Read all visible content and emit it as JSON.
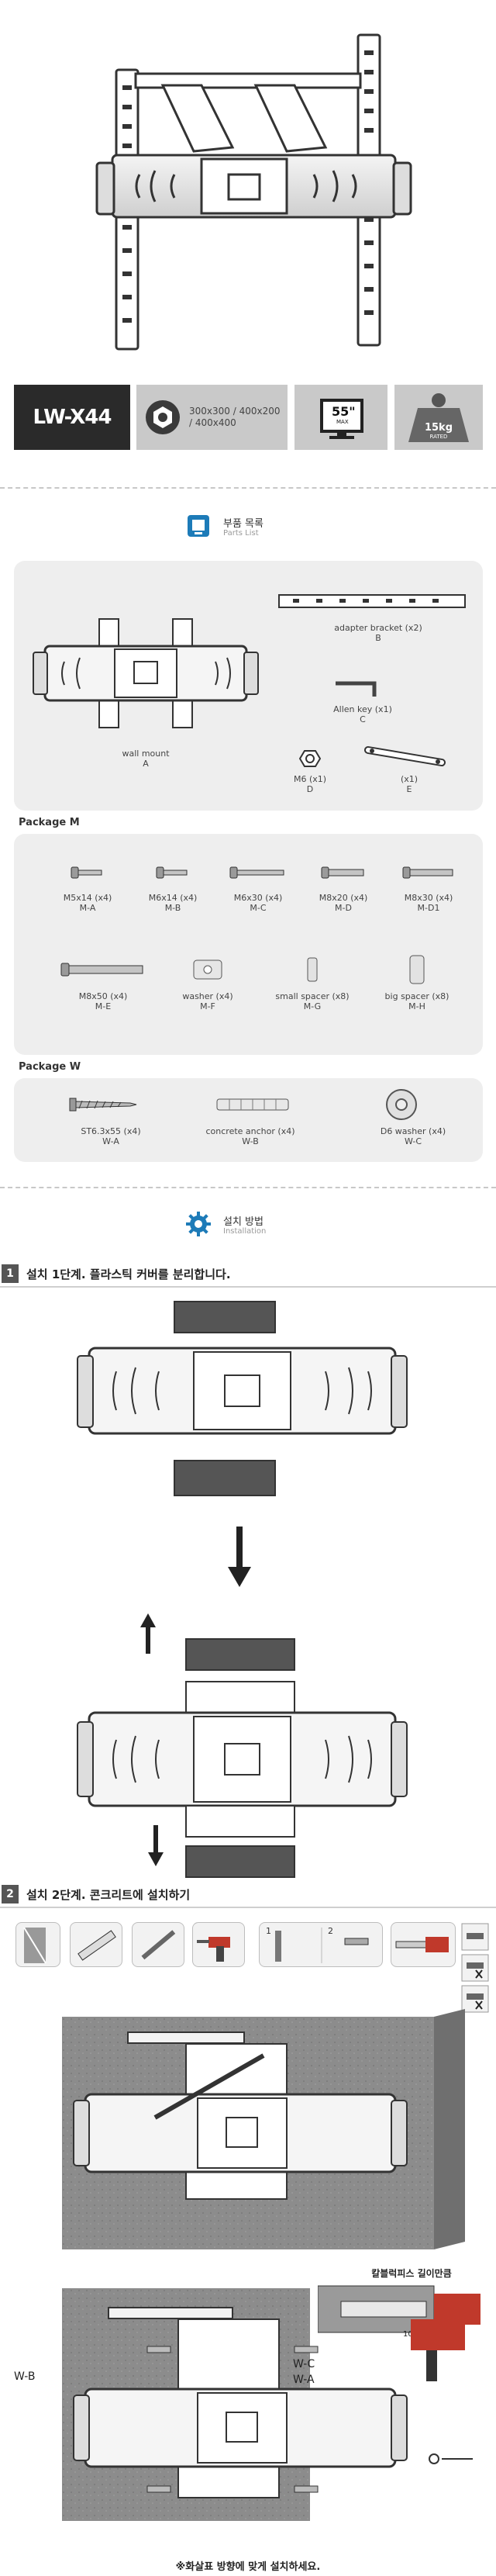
{
  "spec": {
    "model": "LW-X44",
    "vesa_line1": "300x300 / 400x200",
    "vesa_line2": "/ 400x400",
    "tv_size": "55\"",
    "tv_size_sub": "MAX",
    "weight": "15kg",
    "weight_sub": "RATED"
  },
  "parts_section": {
    "title": "부품 목록",
    "subtitle": "Parts List"
  },
  "parts": {
    "adapter": {
      "name": "adapter bracket (x2)",
      "code": "B"
    },
    "allen": {
      "name": "Allen key (x1)",
      "code": "C"
    },
    "wall_mount": {
      "name": "wall mount",
      "code": "A"
    },
    "nut": {
      "name": "M6 (x1)",
      "code": "D"
    },
    "e_part": {
      "name": "(x1)",
      "code": "E"
    }
  },
  "package_m": {
    "title": "Package M",
    "row1": [
      {
        "name": "M5x14 (x4)",
        "code": "M-A"
      },
      {
        "name": "M6x14 (x4)",
        "code": "M-B"
      },
      {
        "name": "M6x30 (x4)",
        "code": "M-C"
      },
      {
        "name": "M8x20 (x4)",
        "code": "M-D"
      },
      {
        "name": "M8x30 (x4)",
        "code": "M-D1"
      }
    ],
    "row2": [
      {
        "name": "M8x50 (x4)",
        "code": "M-E"
      },
      {
        "name": "washer (x4)",
        "code": "M-F"
      },
      {
        "name": "small spacer (x8)",
        "code": "M-G"
      },
      {
        "name": "big spacer (x8)",
        "code": "M-H"
      }
    ]
  },
  "package_w": {
    "title": "Package W",
    "items": [
      {
        "name": "ST6.3x55  (x4)",
        "code": "W-A"
      },
      {
        "name": "concrete anchor (x4)",
        "code": "W-B"
      },
      {
        "name": "D6 washer (x4)",
        "code": "W-C"
      }
    ]
  },
  "install_section": {
    "title": "설치 방법",
    "subtitle": "Installation"
  },
  "step1": {
    "num": "1",
    "text": "설치 1단계. 플라스틱 커버를 분리합니다."
  },
  "step2": {
    "num": "2",
    "text": "설치 2단계. 콘크리트에 설치하기"
  },
  "step2_tool_nums": [
    "1",
    "2"
  ],
  "step2_annotations": {
    "drill_depth": "칼블럭피스 길이만큼",
    "mm": "10mm",
    "wb": "W-B",
    "wc": "W-C",
    "wa": "W-A",
    "note": "※화살표 방향에 맞게 설치하세요."
  },
  "colors": {
    "dark": "#2a2a2a",
    "gray": "#c9c9c9",
    "panel": "#eeeeee",
    "wall": "#8a8a8a",
    "accent": "#d62828"
  }
}
